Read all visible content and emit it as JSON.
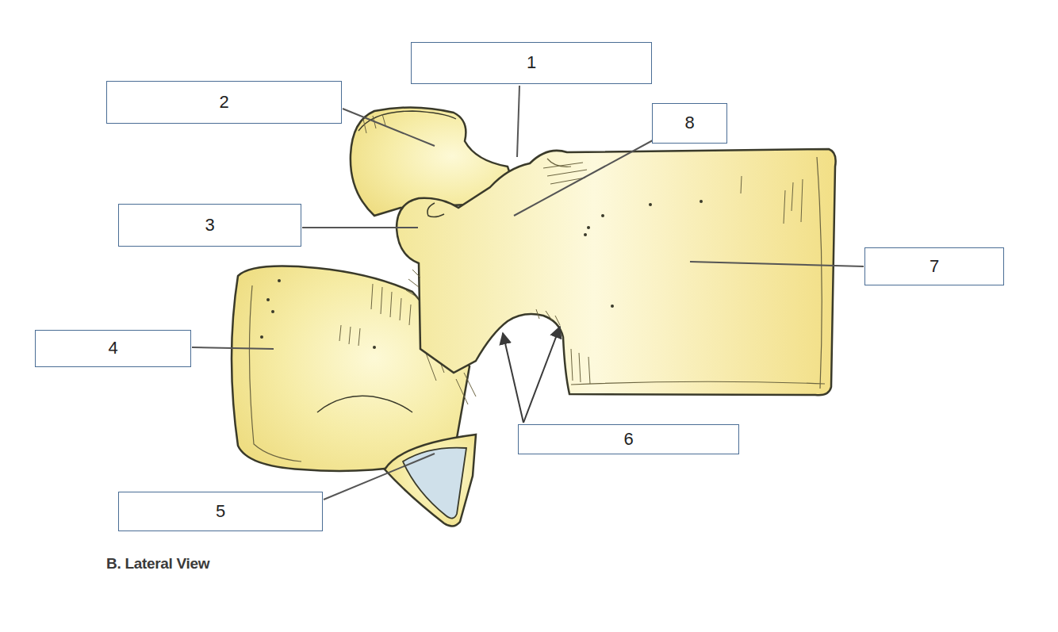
{
  "diagram": {
    "caption": "B. Lateral View",
    "nodes": [
      {
        "text": [
          "1"
        ]
      },
      {
        "text": [
          "2"
        ]
      },
      {
        "text": [
          "8"
        ]
      },
      {
        "text": [
          "3"
        ]
      },
      {
        "text": [
          "7"
        ]
      },
      {
        "text": [
          "4"
        ]
      },
      {
        "text": [
          "6"
        ]
      },
      {
        "text": [
          "5"
        ]
      }
    ]
  }
}
